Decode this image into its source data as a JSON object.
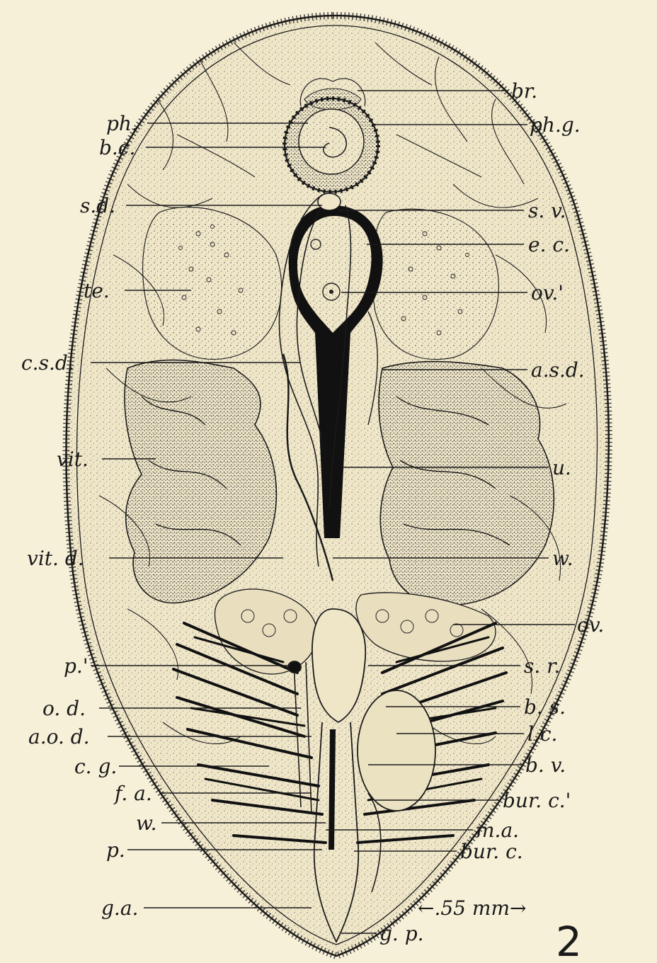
{
  "figure_number": "2",
  "scale_bar": "←.55 mm→",
  "labels_left": {
    "ph": "ph.",
    "bc": "b.c.",
    "sd": "s.d.",
    "te": "te.",
    "csd": "c.s.d.",
    "vit": "vit.",
    "vitd": "vit. d.",
    "p_prime": "p.'",
    "od": "o. d.",
    "aod": "a.o. d.",
    "cg": "c. g.",
    "fa": "f. a.",
    "w2": "w.",
    "p": "p.",
    "ga": "g.a."
  },
  "labels_right": {
    "br": "br.",
    "phg": "ph.g.",
    "sv": "s. v.",
    "ec": "e. c.",
    "ov_prime": "ov.'",
    "asd": "a.s.d.",
    "u": "u.",
    "w": "w.",
    "ov": "ov.",
    "sr": "s. r.",
    "bs": "b. s.",
    "lc": "l.c.",
    "bv": "b. v.",
    "burc_prime": "bur. c.'",
    "ma": "m.a.",
    "burc": "bur. c.",
    "gp": "g. p."
  }
}
